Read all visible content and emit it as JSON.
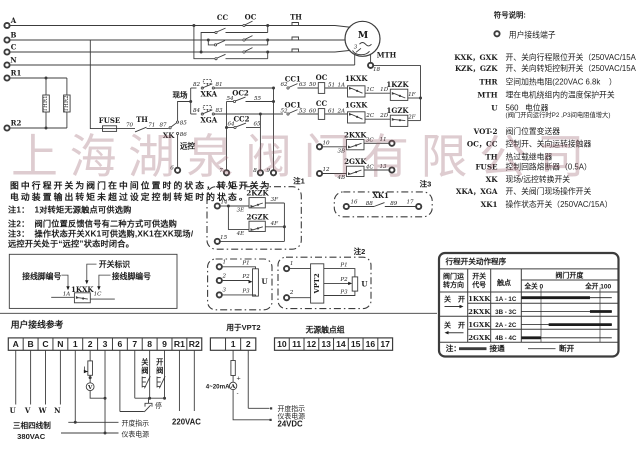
{
  "watermark": {
    "text": "上海湖泉阀门有限公司",
    "color": "#9a6470"
  },
  "power": {
    "t_a": "A",
    "t_b": "B",
    "t_c": "C",
    "t_n": "N",
    "t_r1": "R1",
    "t_r2": "R2",
    "thr1": "THR1",
    "thr2": "THR2",
    "cc": "CC",
    "oc": "OC",
    "th": "TH",
    "motor": "M",
    "phase": "3",
    "mth": "MTH",
    "t18": "18"
  },
  "control": {
    "fuse": "FUSE",
    "n70": "70",
    "th": "TH",
    "n71": "71",
    "n87": "87",
    "xk": "XK",
    "n85": "85",
    "n86": "86",
    "local": "现场",
    "remote": "远控",
    "xka": "XKA",
    "xka_l": "82",
    "xka_r": "81",
    "xga": "XGA",
    "xga_l": "84",
    "xga_r": "83",
    "oc2": "OC2",
    "oc2_l": "54",
    "oc2_r": "55",
    "cc2": "CC2",
    "cc2_l": "64",
    "cc2_r": "65",
    "cc1": "CC1",
    "cc1_l": "62",
    "cc1_r": "63",
    "oc1": "OC1",
    "oc1_l": "52",
    "oc1_r": "53",
    "oc_coil": "OC",
    "oc_coil_l": "50",
    "oc_coil_r": "51",
    "cc_coil": "CC",
    "cc_coil_l": "60",
    "cc_coil_r": "61",
    "kxk1": "1KXK",
    "kxk1_l": "1A",
    "kxk1_r": "1C",
    "kzk1": "1KZK",
    "kzk1_l": "1D",
    "kzk1_r": "1F",
    "gxk1": "1GXK",
    "gxk1_l": "2A",
    "gxk1_r": "2C",
    "gzk1": "1GZK",
    "gzk1_l": "2D",
    "gzk1_r": "2F",
    "t6": "6",
    "t7": "7",
    "t8": "8",
    "t9": "9"
  },
  "passive": {
    "t10": "10",
    "t11": "11",
    "kxk2": "2KXK",
    "kxk2_l": "3B",
    "kxk2_r": "3C",
    "t12": "12",
    "t13": "13",
    "gxk2": "2GXK",
    "gxk2_l": "4B",
    "gxk2_r": "4C",
    "note1": "注1",
    "t14": "14",
    "t15": "15",
    "kzk2": "2KZK",
    "kzk2_l": "3E",
    "kzk2_r": "3F",
    "gzk2": "2GZK",
    "gzk2_l": "4E",
    "gzk2_r": "4F",
    "note3": "注3",
    "t16": "16",
    "t17": "17",
    "xk1": "XK1",
    "xk1_l": "88",
    "xk1_r": "89"
  },
  "feedback": {
    "note2": "注2",
    "pot": {
      "t1": "1",
      "t2": "2",
      "t3": "3",
      "p1": "P1",
      "p2": "P2",
      "p3": "P3",
      "u": "U"
    },
    "vpt": {
      "t1": "1",
      "t2": "2",
      "name": "VPT2",
      "p1": "P1",
      "p2": "P2",
      "p3": "P3",
      "u": "U"
    }
  },
  "notes": {
    "line1": "图中行程开关为阀门在中间位置时的状态，转矩开关为",
    "line2": "电动装置输出转矩未超过设定控制转矩时的状态。",
    "note1": "注1：  1对转矩无源触点可供选购",
    "note2": "注2：  阀门位置反馈信号有二种方式可供选购",
    "note3a": "注3：  操作状态开关XK1可供选购,XK1在XK现场/",
    "note3b": "远控开关处于“远控”状态时闭合。"
  },
  "explain": {
    "top": "开关标识",
    "left": "接线脚编号",
    "right": "接线脚编号",
    "sw": "1KXK",
    "sw_l": "1A",
    "sw_r": "1C"
  },
  "symbols": {
    "title": "符号说明:",
    "terminal": "用户接线端子",
    "rows": [
      {
        "k": "KXK，GXK",
        "d": "开、关向行程限位开关（250VAC/15A"
      },
      {
        "k": "KZK，GZK",
        "d": "开、关向转矩控制开关（250VAC/15A"
      },
      {
        "k": "THR",
        "d": "空间加热电阻(220VAC 6.8k    ）"
      },
      {
        "k": "MTH",
        "d": "埋在电机绕组内的温度保护开关"
      },
      {
        "k": "U",
        "d": "560   电位器"
      },
      {
        "k": "",
        "d": "(阀门开向运行时P2 ,P3间电阻值增大)"
      },
      {
        "k": "VOT-2",
        "d": "阀门位置变送器"
      },
      {
        "k": "OC，CC",
        "d": "控制开、关向运转接触器"
      },
      {
        "k": "TH",
        "d": "热过载继电器"
      },
      {
        "k": "FUSE",
        "d": "控制回路熔断器（0.5A）"
      },
      {
        "k": "XK",
        "d": "现场/远控转换开关"
      },
      {
        "k": "XKA，XGA",
        "d": "开、关阀门现场操作开关"
      },
      {
        "k": "XK1",
        "d": "操作状态开关（250VAC/15A）"
      }
    ]
  },
  "table": {
    "title": "行程开关动作程序",
    "col_dir1": "阀门运",
    "col_dir2": "转方向",
    "col_code1": "开关",
    "col_code2": "代号",
    "col_contact": "触点",
    "col_open": "阀门开度",
    "full_closed": "全关 0",
    "full_open": "全开 100",
    "dir_close": "关",
    "dir_open": "开",
    "rows": [
      {
        "code": "1KXK",
        "contact": "1A - 1C",
        "on": [
          -33,
          83
        ]
      },
      {
        "code": "2KXK",
        "contact": "3B - 3C",
        "on": [
          83,
          120
        ]
      },
      {
        "code": "1GXK",
        "contact": "2A - 2C",
        "on": [
          13,
          120
        ]
      },
      {
        "code": "2GXK",
        "contact": "4B - 4C",
        "on": [
          -33,
          0
        ]
      }
    ],
    "note_prefix": "注：",
    "legend_on": "接通",
    "legend_off": "断开"
  },
  "wiring": {
    "title": "用户接线参考",
    "strip1": [
      "A",
      "B",
      "C",
      "N",
      "1",
      "2",
      "3",
      "6",
      "7",
      "8",
      "9",
      "R1",
      "R2"
    ],
    "vpt_label": "用于VPT2",
    "strip2": [
      "",
      "1",
      "2"
    ],
    "passive_label": "无源触点组",
    "strip3": [
      "10",
      "11",
      "12",
      "13",
      "14",
      "15",
      "16",
      "17"
    ],
    "u": "U",
    "v": "V",
    "w": "W",
    "n": "N",
    "three_phase": "三相四线制",
    "v380": "380VAC",
    "close_valve": "关阀",
    "open_valve": "开阀",
    "stop": "停",
    "indication": "开度指示",
    "meter_power": "仪表电源",
    "v220": "220VAC",
    "ma": "4~20mA",
    "plus": "+",
    "minus": "-",
    "indication2": "开度指示",
    "meter_power2": "仪表电源",
    "vdc": "24VDC"
  }
}
